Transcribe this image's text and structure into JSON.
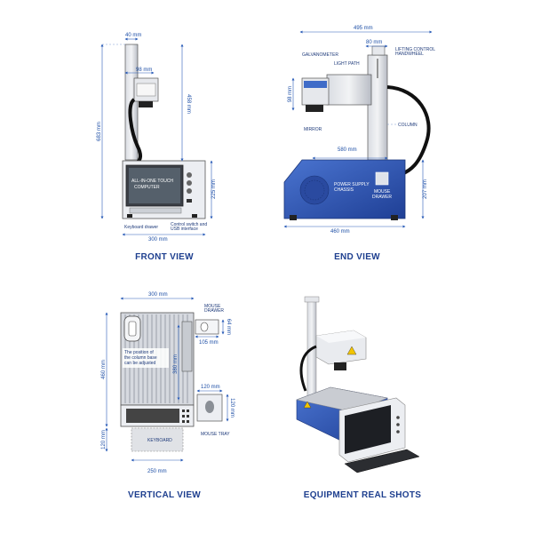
{
  "front_view": {
    "title": "FRONT VIEW",
    "dims": {
      "top_width": "40 mm",
      "column_width": "98 mm",
      "total_height": "683 mm",
      "column_height": "458 mm",
      "base_height": "225 mm",
      "base_width": "300 mm"
    },
    "screen_text_line1": "ALL-IN-ONE TOUCH",
    "screen_text_line2": "COMPUTER",
    "keyboard_drawer": "Keyboard drawer",
    "control_switch_line1": "Control switch and",
    "control_switch_line2": "USB interface"
  },
  "end_view": {
    "title": "END VIEW",
    "dims": {
      "total_width": "495 mm",
      "handwheel_width": "80 mm",
      "head_height": "98 mm",
      "arm_length": "580 mm",
      "base_height": "207 mm",
      "base_width": "460 mm"
    },
    "labels": {
      "galvanometer": "GALVANOMETER",
      "light_path": "LIGHT PATH",
      "lifting_line1": "LIFTING CONTROL",
      "lifting_line2": "HANDWHEEL",
      "mirror": "MIRROR",
      "column": "COLUMN",
      "power_line1": "POWER SUPPLY",
      "power_line2": "CHASSIS",
      "mouse_line1": "MOUSE",
      "mouse_line2": "DRAWER"
    }
  },
  "vertical_view": {
    "title": "VERTICAL VIEW",
    "dims": {
      "top_width": "300 mm",
      "total_depth": "460 mm",
      "column_range": "380 mm",
      "keyboard_depth": "120 mm",
      "keyboard_width": "250 mm",
      "mouse_drawer_width": "105 mm",
      "mouse_drawer_depth": "64 mm",
      "mouse_tray_width": "120 mm",
      "mouse_tray_depth": "120 mm"
    },
    "note_line1": "The position of",
    "note_line2": "the column base",
    "note_line3": "can be adjusted",
    "mouse_drawer_line1": "MOUSE",
    "mouse_drawer_line2": "DRAWER",
    "keyboard": "KEYBOARD",
    "mouse_tray": "MOUSE TRAY"
  },
  "real_shot": {
    "title": "EQUIPMENT REAL SHOTS"
  },
  "colors": {
    "accent_blue": "#1e4fa6",
    "chassis_blue": "#2d55b8",
    "metal_grey": "#c9ccd2"
  }
}
